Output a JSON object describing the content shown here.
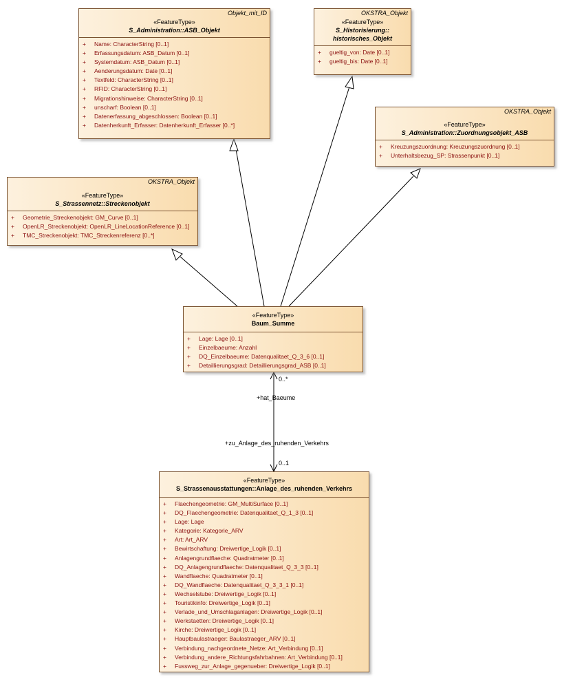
{
  "classes": {
    "asb_objekt": {
      "parent": "Objekt_mit_ID",
      "stereotype": "«FeatureType»",
      "name": "S_Administration::ASB_Objekt",
      "attributes": [
        "Name: CharacterString [0..1]",
        "Erfassungsdatum: ASB_Datum [0..1]",
        "Systemdatum: ASB_Datum [0..1]",
        "Aenderungsdatum: Date [0..1]",
        "Textfeld: CharacterString [0..1]",
        "RFID: CharacterString [0..1]",
        "Migrationshinweise: CharacterString [0..1]",
        "unscharf: Boolean [0..1]",
        "Datenerfassung_abgeschlossen: Boolean [0..1]",
        "Datenherkunft_Erfasser: Datenherkunft_Erfasser [0..*]"
      ]
    },
    "historisches_objekt": {
      "parent": "OKSTRA_Objekt",
      "stereotype": "«FeatureType»",
      "name_line1": "S_Historisierung::",
      "name_line2": "historisches_Objekt",
      "attributes": [
        "gueltig_von: Date [0..1]",
        "gueltig_bis: Date [0..1]"
      ]
    },
    "zuordnungsobjekt_asb": {
      "parent": "OKSTRA_Objekt",
      "stereotype": "«FeatureType»",
      "name": "S_Administration::Zuordnungsobjekt_ASB",
      "attributes": [
        "Kreuzungszuordnung: Kreuzungszuordnung [0..1]",
        "Unterhaltsbezug_SP: Strassenpunkt [0..1]"
      ]
    },
    "streckenobjekt": {
      "parent": "OKSTRA_Objekt",
      "stereotype": "«FeatureType»",
      "name": "S_Strassennetz::Streckenobjekt",
      "attributes": [
        "Geometrie_Streckenobjekt: GM_Curve [0..1]",
        "OpenLR_Streckenobjekt: OpenLR_LineLocationReference [0..1]",
        "TMC_Streckenobjekt: TMC_Streckenreferenz [0..*]"
      ]
    },
    "baum_summe": {
      "stereotype": "«FeatureType»",
      "name": "Baum_Summe",
      "attributes": [
        "Lage: Lage [0..1]",
        "Einzelbaeume: Anzahl",
        "DQ_Einzelbaeume: Datenqualitaet_Q_3_6 [0..1]",
        "Detaillierungsgrad: Detaillierungsgrad_ASB [0..1]"
      ]
    },
    "anlage_ruhender_verkehr": {
      "stereotype": "«FeatureType»",
      "name": "S_Strassenausstattungen::Anlage_des_ruhenden_Verkehrs",
      "attributes": [
        "Flaechengeometrie: GM_MultiSurface [0..1]",
        "DQ_Flaechengeometrie: Datenqualitaet_Q_1_3 [0..1]",
        "Lage: Lage",
        "Kategorie: Kategorie_ARV",
        "Art: Art_ARV",
        "Bewirtschaftung: Dreiwertige_Logik [0..1]",
        "Anlagengrundflaeche: Quadratmeter [0..1]",
        "DQ_Anlagengrundflaeche: Datenqualitaet_Q_3_3 [0..1]",
        "Wandflaeche: Quadratmeter [0..1]",
        "DQ_Wandflaeche: Datenqualitaet_Q_3_3_1 [0..1]",
        "Wechselstube: Dreiwertige_Logik [0..1]",
        "Touristikinfo: Dreiwertige_Logik [0..1]",
        "Verlade_und_Umschlaganlagen: Dreiwertige_Logik [0..1]",
        "Werkstaetten: Dreiwertige_Logik [0..1]",
        "Kirche: Dreiwertige_Logik [0..1]",
        "Hauptbaulastraeger: Baulastraeger_ARV [0..1]",
        "Verbindung_nachgeordnete_Netze: Art_Verbindung [0..1]",
        "Verbindung_andere_Richtungsfahrbahnen: Art_Verbindung [0..1]",
        "Fussweg_zur_Anlage_gegenueber: Dreiwertige_Logik [0..1]"
      ]
    }
  },
  "association": {
    "role_top": "+hat_Baeume",
    "mult_top": "0..*",
    "role_bottom": "+zu_Anlage_des_ruhenden_Verkehrs",
    "mult_bottom": "0..1"
  },
  "colors": {
    "border": "#7a5230",
    "attribute_text": "#8b1010",
    "fill_light": "#fdf1de",
    "fill_dark": "#f9dcae"
  },
  "visibility_symbol": "+"
}
